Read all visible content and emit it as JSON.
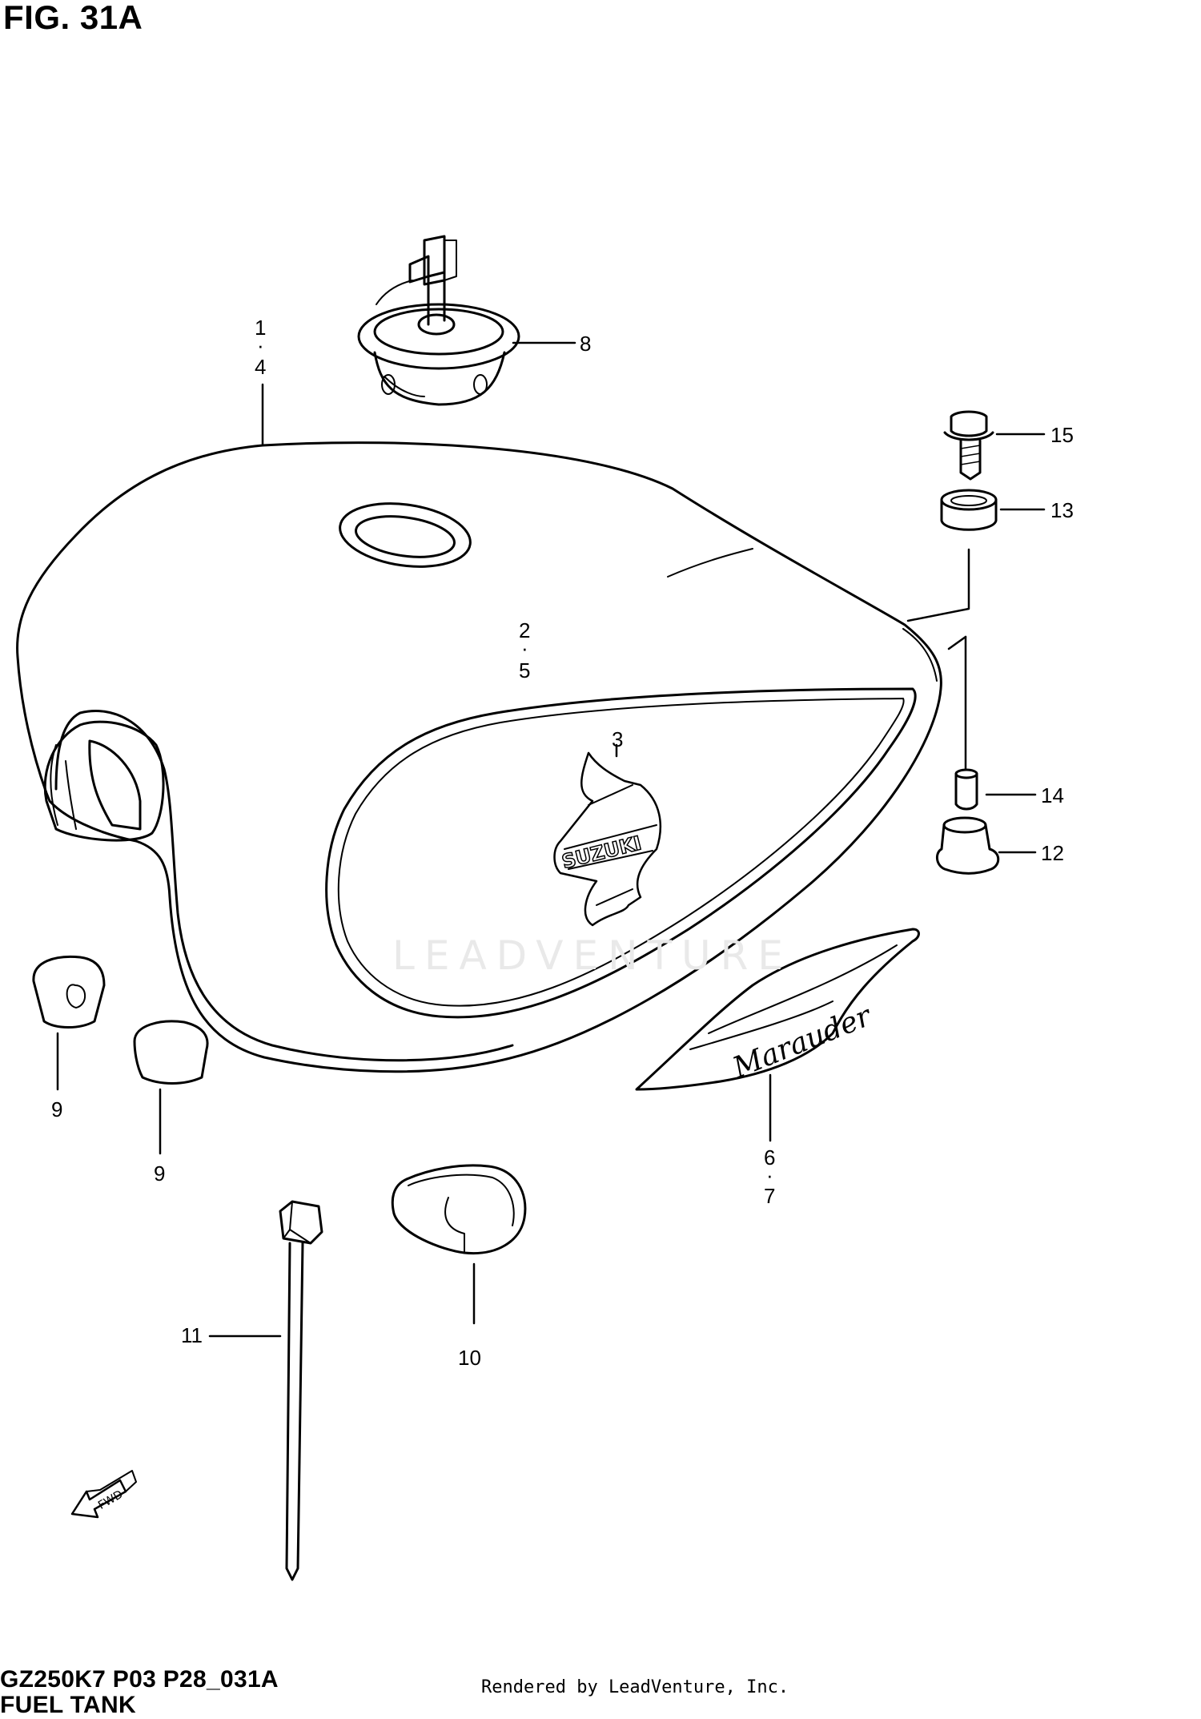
{
  "figure": {
    "title": "FIG. 31A",
    "code": "GZ250K7 P03 P28_031A",
    "section": "FUEL TANK",
    "credit": "Rendered by LeadVenture, Inc.",
    "watermark": "LEADVENTURE"
  },
  "callouts": {
    "c1": "1",
    "c4": "4",
    "c2": "2",
    "c5": "5",
    "c3": "3",
    "c6": "6",
    "c7": "7",
    "c8": "8",
    "c9a": "9",
    "c9b": "9",
    "c10": "10",
    "c11": "11",
    "c12": "12",
    "c13": "13",
    "c14": "14",
    "c15": "15",
    "dot": "·"
  },
  "emblems": {
    "brand_badge_text": "SUZUKI",
    "side_emblem_text": "Marauder",
    "fwd_arrow_text": "FWD"
  }
}
